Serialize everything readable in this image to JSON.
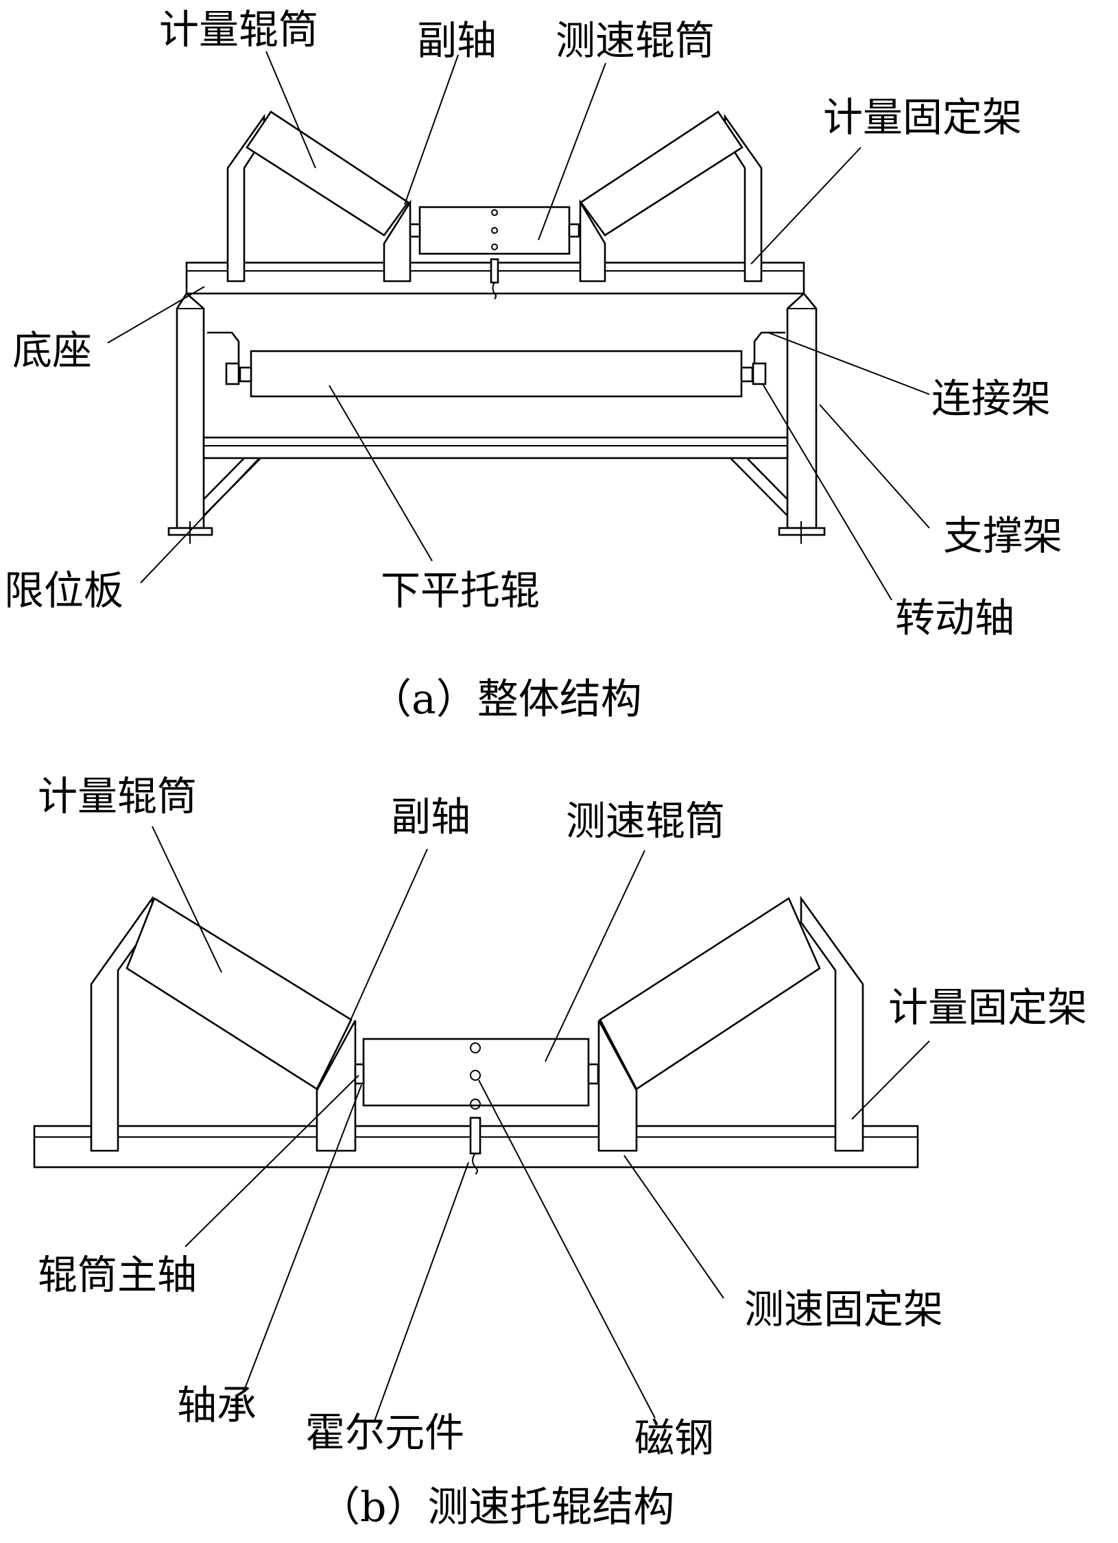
{
  "diagram_a": {
    "caption": "（a）整体结构",
    "labels": {
      "metering_roller": "计量辊筒",
      "aux_shaft": "副轴",
      "speed_roller": "测速辊筒",
      "metering_frame": "计量固定架",
      "base": "底座",
      "connecting_frame": "连接架",
      "support_frame": "支撑架",
      "limit_plate": "限位板",
      "lower_flat_idler": "下平托辊",
      "rotating_shaft": "转动轴"
    }
  },
  "diagram_b": {
    "caption": "（b）测速托辊结构",
    "labels": {
      "metering_roller": "计量辊筒",
      "aux_shaft": "副轴",
      "speed_roller": "测速辊筒",
      "metering_frame": "计量固定架",
      "roller_main_shaft": "辊筒主轴",
      "speed_frame": "测速固定架",
      "bearing": "轴承",
      "hall_element": "霍尔元件",
      "magnet": "磁钢"
    }
  }
}
